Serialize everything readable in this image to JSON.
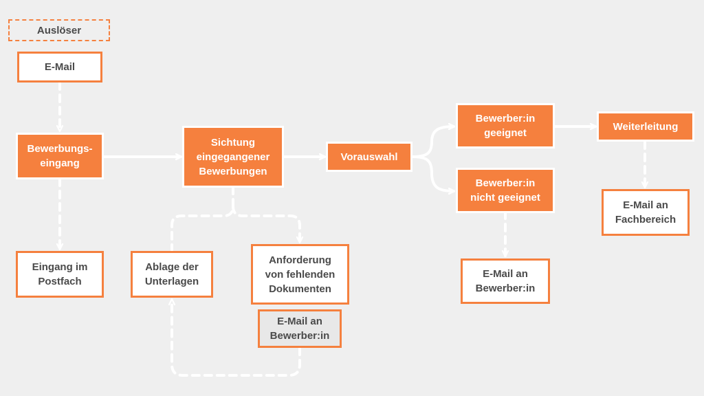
{
  "diagram": {
    "colors": {
      "accent": "#f5803e",
      "text": "#4a4a4a",
      "background": "#efefef",
      "connector": "#ffffff"
    },
    "nodes": {
      "legend": "Auslöser",
      "email": "E-Mail",
      "bewerbungseingang": "Bewerbungs-\neingang",
      "eingang_postfach": "Eingang im\nPostfach",
      "sichtung": "Sichtung\neingegangener\nBewerbungen",
      "ablage": "Ablage der\nUnterlagen",
      "anforderung": "Anforderung\nvon fehlenden\nDokumenten",
      "email_bewerber_1": "E-Mail an\nBewerber:in",
      "vorauswahl": "Vorauswahl",
      "geeignet": "Bewerber:in\ngeeignet",
      "nicht_geeignet": "Bewerber:in\nnicht geeignet",
      "email_bewerber_2": "E-Mail an\nBewerber:in",
      "weiterleitung": "Weiterleitung",
      "email_fachbereich": "E-Mail an\nFachbereich"
    }
  }
}
